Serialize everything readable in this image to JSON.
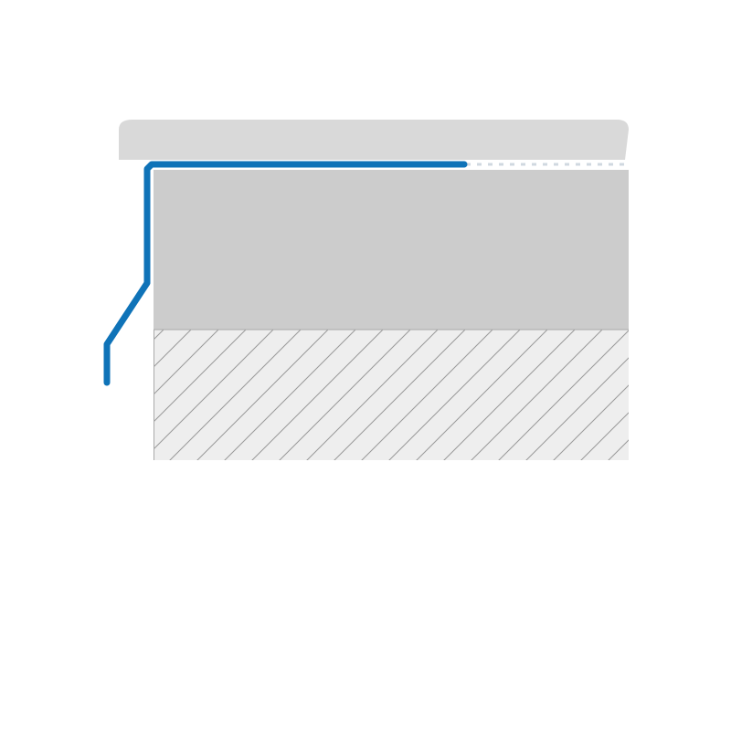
{
  "diagram": {
    "kind": "cross-section detail",
    "labels": [],
    "colors": {
      "background": "#ffffff",
      "top_cap": "#d9d9d9",
      "solid_layer": "#cccccc",
      "hatched_layer_fill": "#eeeeee",
      "hatch_lines": "#999999",
      "layer_edge": "#aaaaaa",
      "profile_line": "#0f73b8",
      "dashed_continuation": "#d0d8e0"
    },
    "layers": [
      {
        "id": "top-cap",
        "shape": "rounded-slab"
      },
      {
        "id": "solid-layer",
        "pattern": "solid"
      },
      {
        "id": "hatched-layer",
        "pattern": "diagonal-hatch"
      }
    ],
    "profile": {
      "style": "solid",
      "continues_as": "dashed"
    }
  }
}
